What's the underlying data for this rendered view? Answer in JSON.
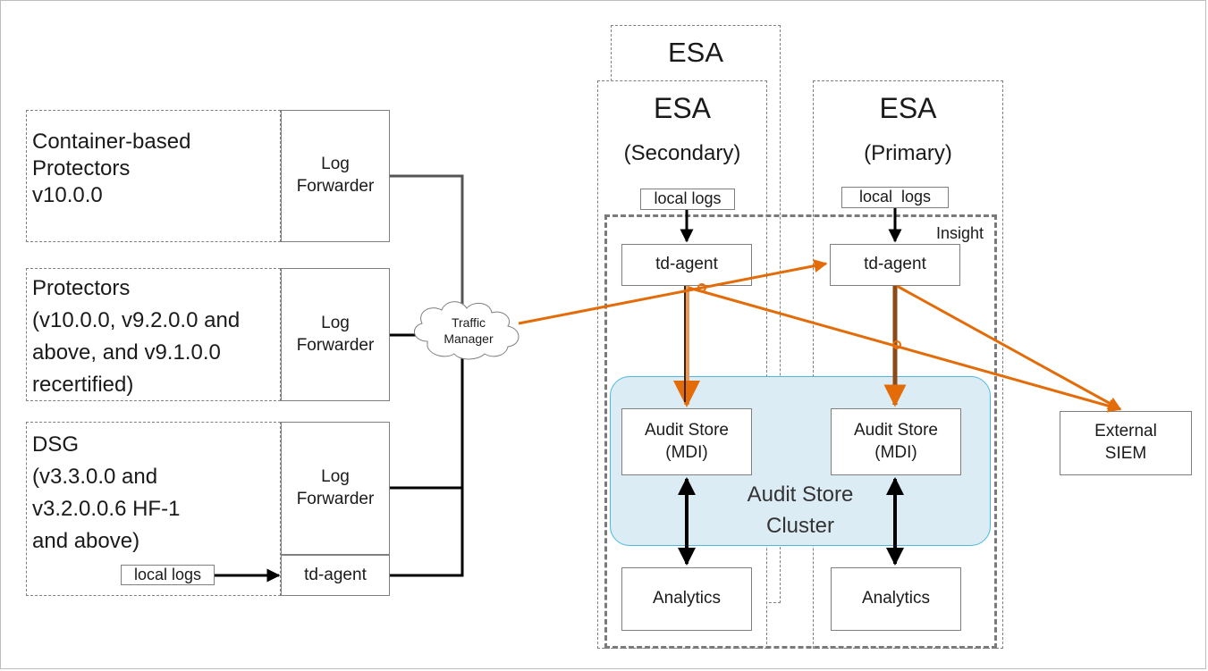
{
  "protectors": [
    {
      "label": "Container-based\nProtectors\nv10.0.0",
      "forwarder": "Log\nForwarder"
    },
    {
      "label": "Protectors\n(v10.0.0, v9.2.0.0 and\nabove, and v9.1.0.0\nrecertified)",
      "forwarder": "Log\nForwarder"
    },
    {
      "label": "DSG\n(v3.3.0.0 and\nv3.2.0.0.6 HF-1\nand above)",
      "forwarder": "Log\nForwarder",
      "local_logs": "local logs",
      "td_agent": "td-agent"
    }
  ],
  "traffic_manager": "Traffic\nManager",
  "esa_back": "ESA",
  "esa_secondary": {
    "title": "ESA",
    "subtitle": "(Secondary)",
    "local_logs": "local logs",
    "td_agent": "td-agent",
    "audit_store": "Audit Store\n(MDI)",
    "analytics": "Analytics"
  },
  "esa_primary": {
    "title": "ESA",
    "subtitle": "(Primary)",
    "local_logs": "local  logs",
    "td_agent": "td-agent",
    "audit_store": "Audit Store\n(MDI)",
    "analytics": "Analytics"
  },
  "insight_label": "Insight",
  "cluster_label": "Audit Store\nCluster",
  "external_siem": "External\nSIEM",
  "colors": {
    "arrow_orange": "#e36c09",
    "arrow_brown": "#8c4a16",
    "cluster_fill": "#dcecf5",
    "cluster_border": "#4bb8e0"
  }
}
